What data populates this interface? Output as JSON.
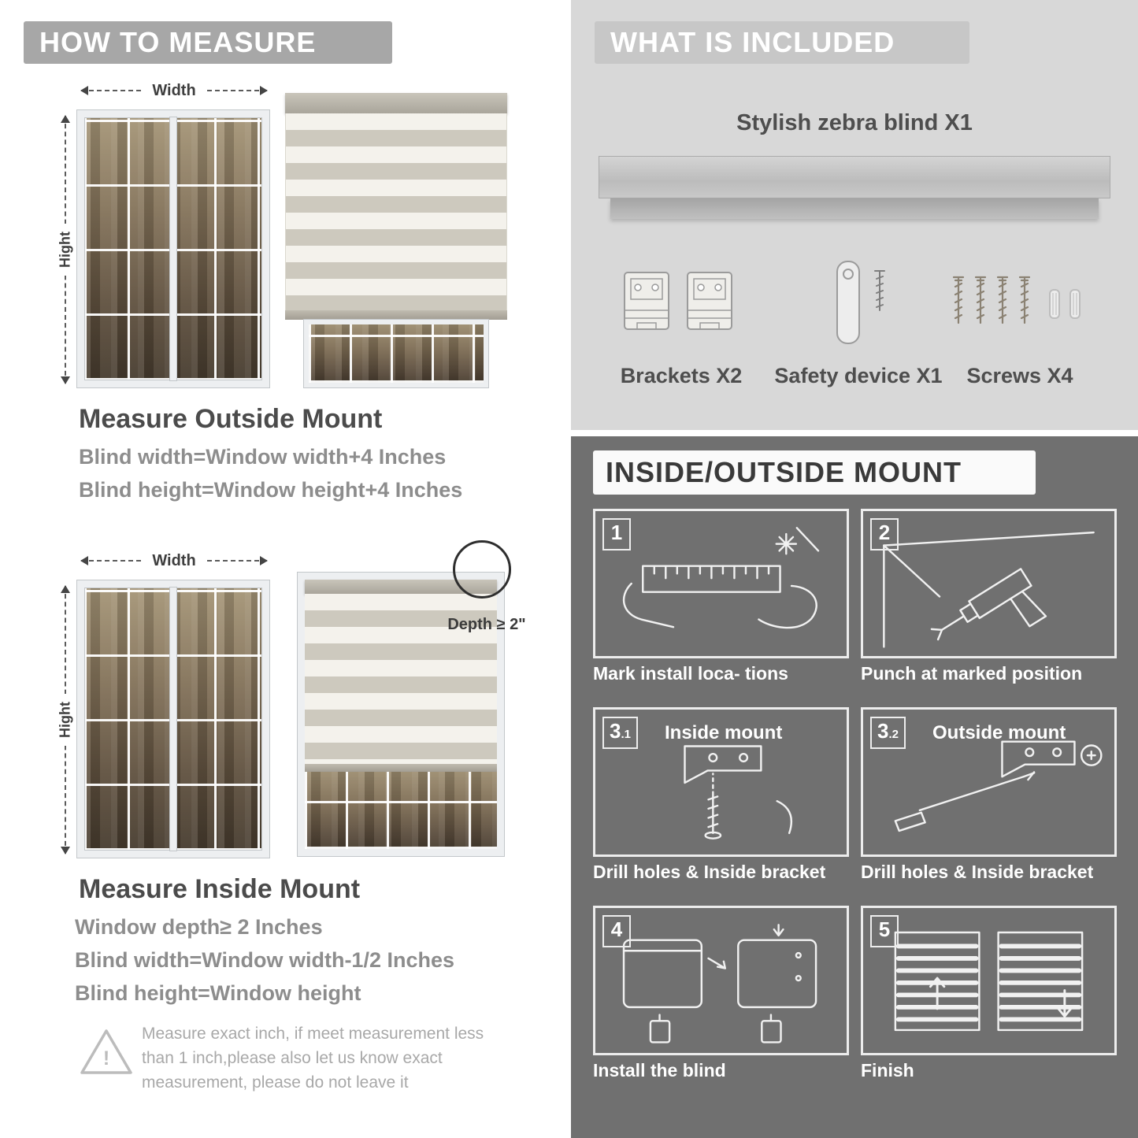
{
  "left": {
    "header": "HOW TO MEASURE",
    "outside": {
      "width_label": "Width",
      "height_label": "Hight",
      "title": "Measure Outside Mount",
      "lines": [
        "Blind width=Window width+4 Inches",
        "Blind height=Window height+4 Inches"
      ]
    },
    "inside": {
      "width_label": "Width",
      "height_label": "Hight",
      "depth_label": "Depth ≥ 2\"",
      "title": "Measure Inside Mount",
      "lines": [
        "Window depth≥ 2 Inches",
        "Blind width=Window width-1/2 Inches",
        "Blind height=Window height"
      ]
    },
    "warning": {
      "mark": "!",
      "text": "Measure exact inch, if meet measurement less than 1 inch,please also let us know exact measurement, please do not leave it"
    }
  },
  "included": {
    "header": "WHAT IS INCLUDED",
    "product_label": "Stylish zebra blind X1",
    "items": [
      {
        "name": "brackets",
        "label": "Brackets X2"
      },
      {
        "name": "safety-device",
        "label": "Safety device X1"
      },
      {
        "name": "screws",
        "label": "Screws X4"
      }
    ]
  },
  "mount": {
    "header": "INSIDE/OUTSIDE MOUNT",
    "steps": [
      {
        "num": "1",
        "sub": "",
        "title": "",
        "caption": "Mark install loca- tions"
      },
      {
        "num": "2",
        "sub": "",
        "title": "",
        "caption": "Punch at  marked position"
      },
      {
        "num": "3",
        "sub": ".1",
        "title": "Inside mount",
        "caption": "Drill holes &  Inside bracket"
      },
      {
        "num": "3",
        "sub": ".2",
        "title": "Outside mount",
        "caption": "Drill holes &  Inside bracket"
      },
      {
        "num": "4",
        "sub": "",
        "title": "",
        "caption": "Install the blind"
      },
      {
        "num": "5",
        "sub": "",
        "title": "",
        "caption": "Finish"
      }
    ]
  },
  "colors": {
    "left_header_bg": "#a7a7a7",
    "included_bg": "#d8d8d8",
    "included_header_bg": "#c7c7c7",
    "mount_bg": "#707070",
    "text_dark": "#4b4b4b",
    "text_gray": "#8d8d8d"
  }
}
